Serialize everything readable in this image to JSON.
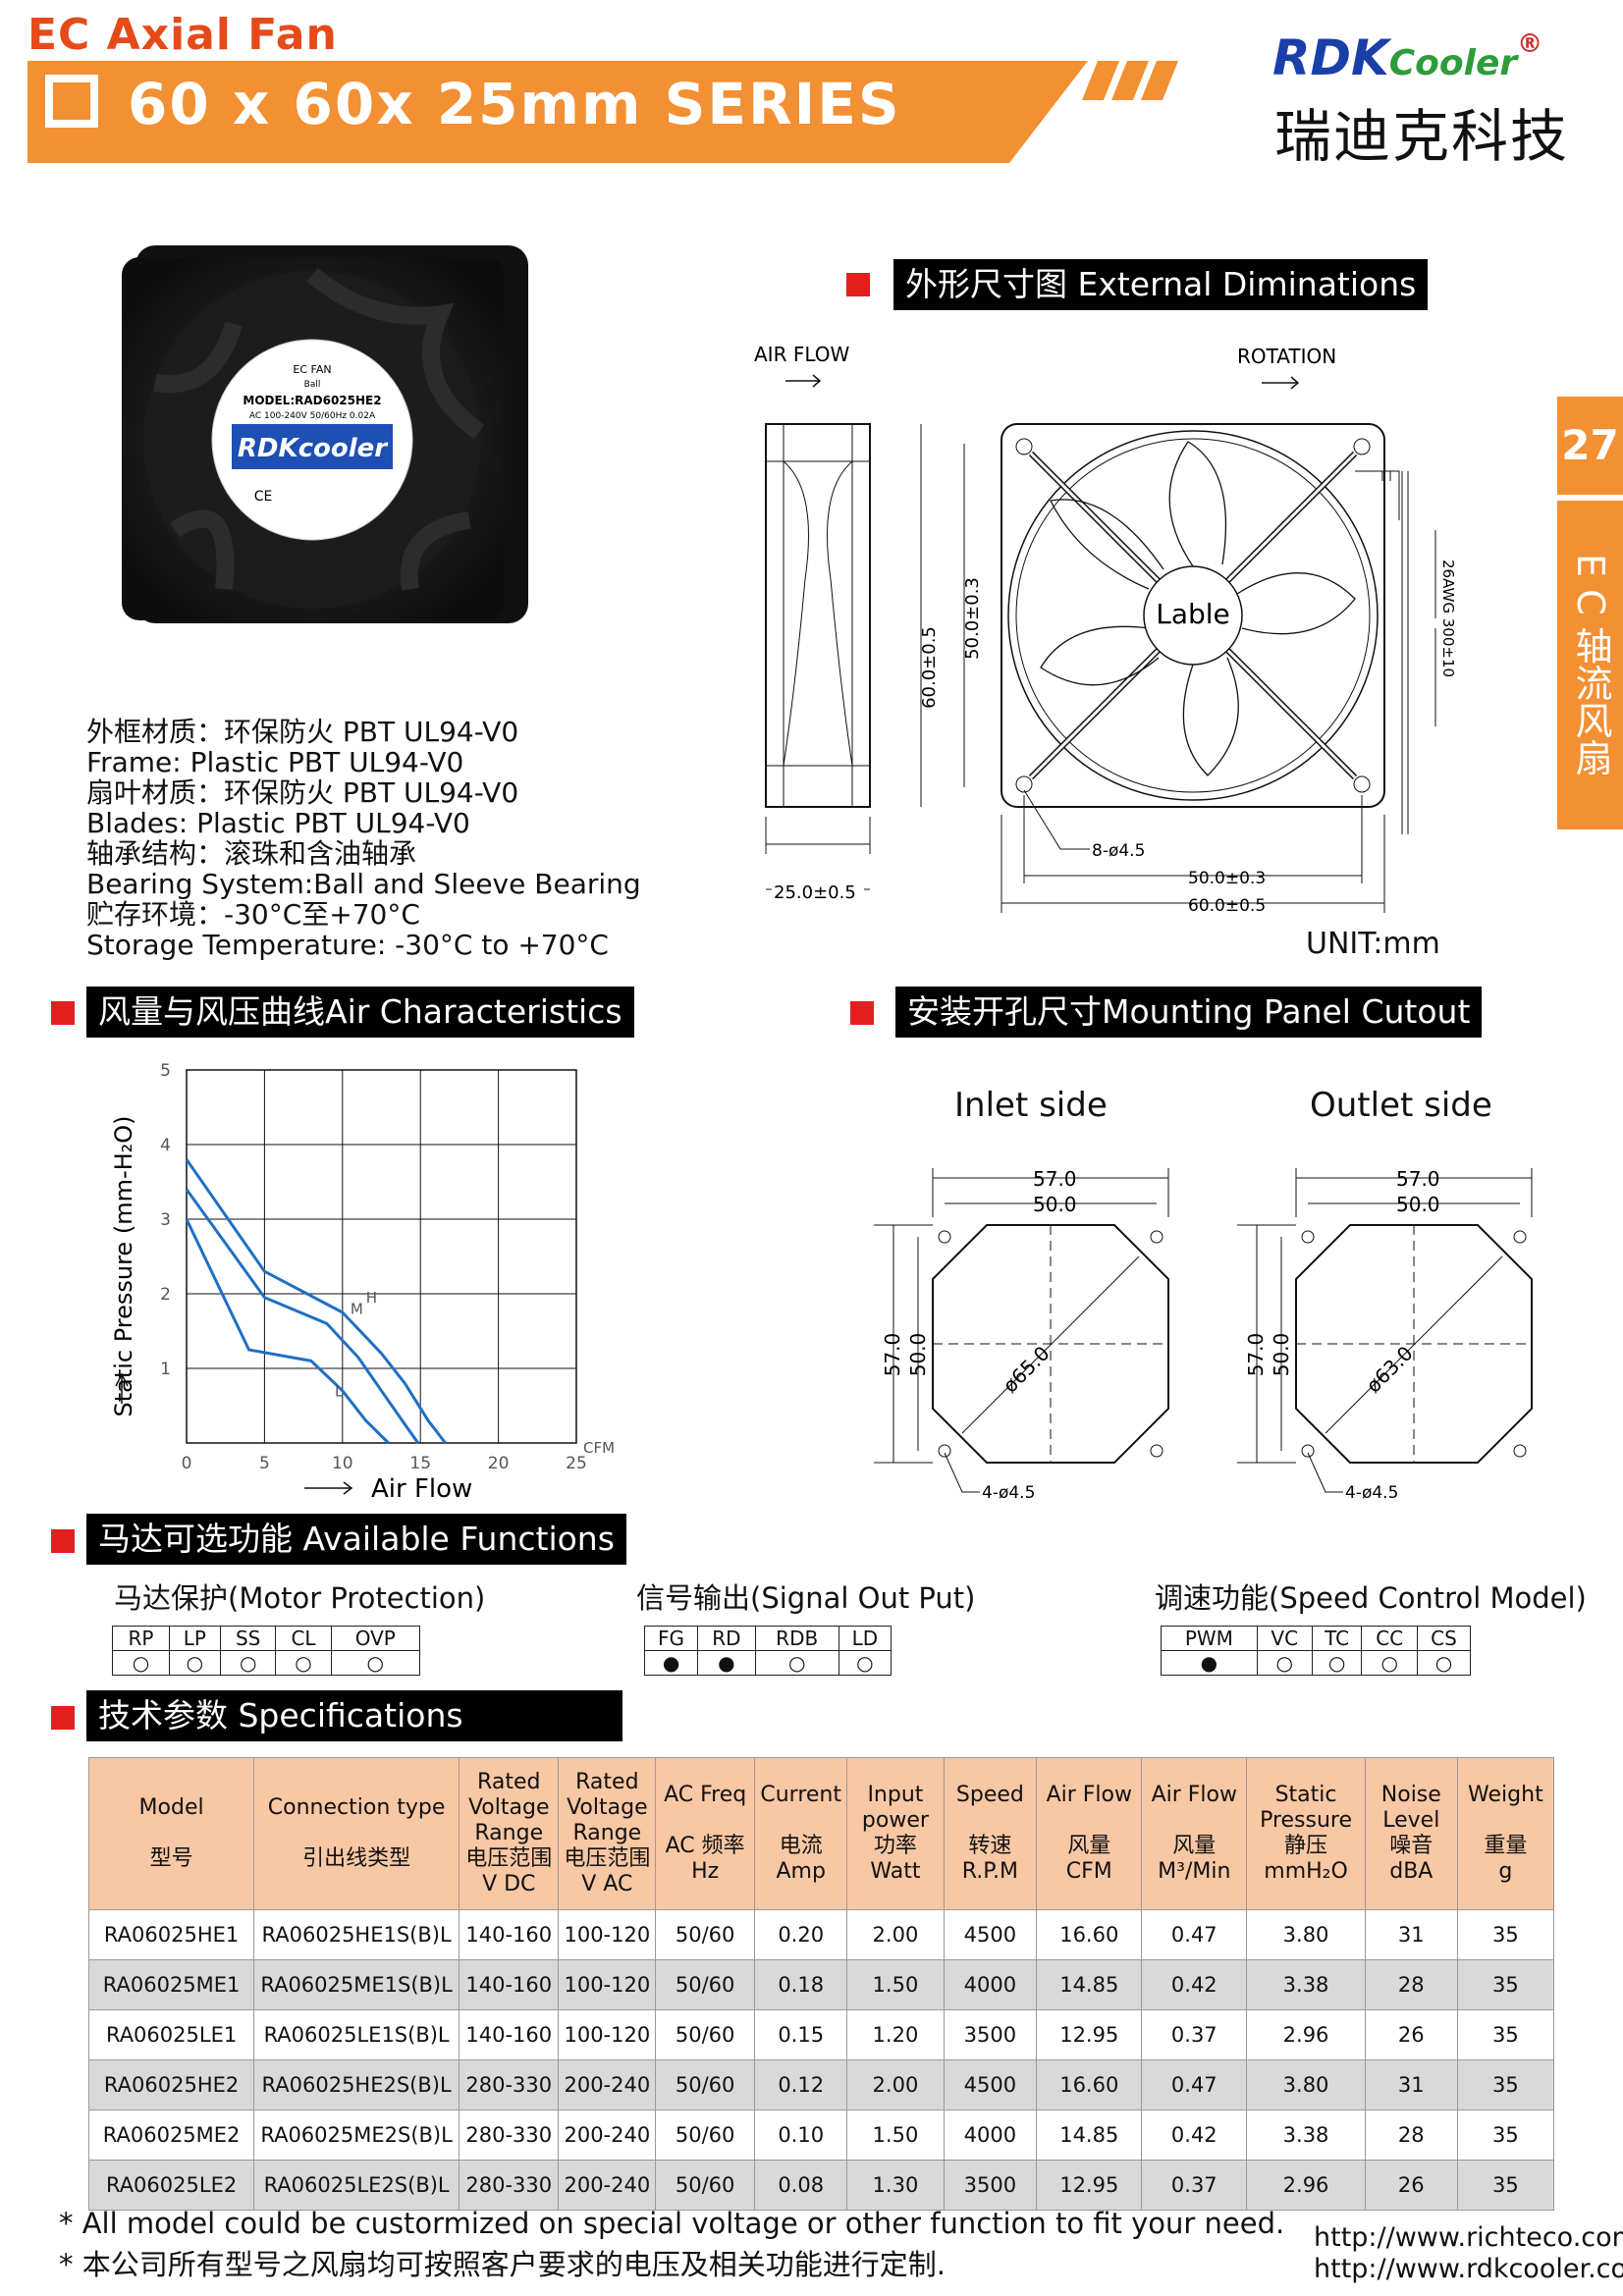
{
  "header": {
    "category": "EC Axial Fan",
    "series_title": "60 x 60x 25mm SERIES",
    "brand_logo": "RDKcooler",
    "brand_cn": "瑞迪克科技"
  },
  "side_tab": {
    "page_number": "27",
    "label": "E C 轴流风扇"
  },
  "materials": [
    "外框材质：环保防火  PBT UL94-V0",
    "Frame: Plastic PBT  UL94-V0",
    "扇叶材质：环保防火  PBT UL94-V0",
    "Blades: Plastic PBT  UL94-V0",
    "轴承结构：滚珠和含油轴承",
    "Bearing System:Ball and Sleeve Bearing",
    "贮存环境：-30°C至+70°C",
    "Storage Temperature: -30°C to  +70°C"
  ],
  "product_label": {
    "line1": "EC FAN",
    "line2": "Ball",
    "model": "MODEL:RAD6025HE2",
    "rating": "AC 100-240V 50/60Hz 0.02A",
    "brand": "RDKcooler",
    "ce": "CE"
  },
  "dimensions": {
    "title": "外形尺寸图 External Diminations",
    "air_flow": "AIR FLOW",
    "rotation": "ROTATION",
    "label": "Lable",
    "d_60_05": "60.0±0.5",
    "d_50_03": "50.0±0.3",
    "d_25": "25.0±0.5",
    "d_holes": "8-ø4.5",
    "d_bottom_50": "50.0±0.3",
    "d_bottom_60": "60.0±0.5",
    "wire": "26AWG   300±10",
    "unit": "UNIT:mm"
  },
  "air_char": {
    "title": "风量与风压曲线Air Characteristics"
  },
  "chart_data": {
    "type": "line",
    "ylabel": "Static Pressure  (mm-H₂O)",
    "xlabel": "Air Flow",
    "x_unit": "CFM",
    "xlim": [
      0,
      25
    ],
    "ylim": [
      0,
      5
    ],
    "x_ticks": [
      "0",
      "5",
      "10",
      "15",
      "20",
      "25"
    ],
    "y_ticks": [
      "1",
      "2",
      "3",
      "4",
      "5"
    ],
    "grid": true,
    "series": [
      {
        "name": "H",
        "x": [
          0,
          5,
          10,
          12.5,
          14,
          15.5,
          16.6
        ],
        "y": [
          3.8,
          2.3,
          1.75,
          1.2,
          0.8,
          0.3,
          0
        ]
      },
      {
        "name": "M",
        "x": [
          0,
          5,
          9,
          11,
          12.5,
          14,
          14.85
        ],
        "y": [
          3.4,
          1.95,
          1.6,
          1.15,
          0.7,
          0.25,
          0
        ]
      },
      {
        "name": "L",
        "x": [
          0,
          4,
          8,
          10,
          11.5,
          12.95
        ],
        "y": [
          3.0,
          1.25,
          1.1,
          0.7,
          0.3,
          0
        ]
      }
    ]
  },
  "cutout": {
    "title": "安装开孔尺寸Mounting Panel Cutout",
    "inlet": {
      "title": "Inlet side",
      "w57": "57.0",
      "w50": "50.0",
      "h57": "57.0",
      "h50": "50.0",
      "dia": "ø65.0",
      "holes": "4-ø4.5"
    },
    "outlet": {
      "title": "Outlet side",
      "w57": "57.0",
      "w50": "50.0",
      "h57": "57.0",
      "h50": "50.0",
      "dia": "ø63.0",
      "holes": "4-ø4.5"
    }
  },
  "functions": {
    "title": "马达可选功能  Available Functions",
    "motor": {
      "title": "马达保护(Motor Protection)",
      "cols": [
        "RP",
        "LP",
        "SS",
        "CL",
        "OVP"
      ],
      "vals": [
        "○",
        "○",
        "○",
        "○",
        "○"
      ]
    },
    "signal": {
      "title": "信号输出(Signal Out Put)",
      "cols": [
        "FG",
        "RD",
        "RDB",
        "LD"
      ],
      "vals": [
        "●",
        "●",
        "○",
        "○"
      ]
    },
    "speed": {
      "title": "调速功能(Speed Control Model)",
      "cols": [
        "PWM",
        "VC",
        "TC",
        "CC",
        "CS"
      ],
      "vals": [
        "●",
        "○",
        "○",
        "○",
        "○"
      ]
    }
  },
  "specs": {
    "title": "技术参数 Specifications",
    "headers": [
      {
        "en": "Model",
        "cn": "型号"
      },
      {
        "en": "Connection type",
        "cn": "引出线类型"
      },
      {
        "en": "Rated Voltage Range",
        "cn": "电压范围",
        "unit": "V DC"
      },
      {
        "en": "Rated Voltage Range",
        "cn": "电压范围",
        "unit": "V AC"
      },
      {
        "en": "AC Freq",
        "cn": "AC 频率",
        "unit": "Hz"
      },
      {
        "en": "Current",
        "cn": "电流",
        "unit": "Amp"
      },
      {
        "en": "Input power",
        "cn": "功率",
        "unit": "Watt"
      },
      {
        "en": "Speed",
        "cn": "转速",
        "unit": "R.P.M"
      },
      {
        "en": "Air Flow",
        "cn": "风量",
        "unit": "CFM"
      },
      {
        "en": "Air Flow",
        "cn": "风量",
        "unit": "M³/Min"
      },
      {
        "en": "Static Pressure",
        "cn": "静压",
        "unit": "mmH₂O"
      },
      {
        "en": "Noise Level",
        "cn": "噪音",
        "unit": "dBA"
      },
      {
        "en": "Weight",
        "cn": "重量",
        "unit": "g"
      }
    ],
    "rows": [
      [
        "RA06025HE1",
        "RA06025HE1S(B)L",
        "140-160",
        "100-120",
        "50/60",
        "0.20",
        "2.00",
        "4500",
        "16.60",
        "0.47",
        "3.80",
        "31",
        "35"
      ],
      [
        "RA06025ME1",
        "RA06025ME1S(B)L",
        "140-160",
        "100-120",
        "50/60",
        "0.18",
        "1.50",
        "4000",
        "14.85",
        "0.42",
        "3.38",
        "28",
        "35"
      ],
      [
        "RA06025LE1",
        "RA06025LE1S(B)L",
        "140-160",
        "100-120",
        "50/60",
        "0.15",
        "1.20",
        "3500",
        "12.95",
        "0.37",
        "2.96",
        "26",
        "35"
      ],
      [
        "RA06025HE2",
        "RA06025HE2S(B)L",
        "280-330",
        "200-240",
        "50/60",
        "0.12",
        "2.00",
        "4500",
        "16.60",
        "0.47",
        "3.80",
        "31",
        "35"
      ],
      [
        "RA06025ME2",
        "RA06025ME2S(B)L",
        "280-330",
        "200-240",
        "50/60",
        "0.10",
        "1.50",
        "4000",
        "14.85",
        "0.42",
        "3.38",
        "28",
        "35"
      ],
      [
        "RA06025LE2",
        "RA06025LE2S(B)L",
        "280-330",
        "200-240",
        "50/60",
        "0.08",
        "1.30",
        "3500",
        "12.95",
        "0.37",
        "2.96",
        "26",
        "35"
      ]
    ]
  },
  "footer": {
    "note_en": "* All model could be custormized on special voltage or other function to fit your need.",
    "note_cn": "* 本公司所有型号之风扇均可按照客户要求的电压及相关功能进行定制.",
    "url1": "http://www.richteco.com",
    "url2": "http://www.rdkcooler.com"
  },
  "colors": {
    "orange": "#f29033",
    "red": "#e21f1f",
    "table_header": "#f8c7a3",
    "row_gray": "#d9d9d9",
    "curve": "#1f6fc4"
  }
}
